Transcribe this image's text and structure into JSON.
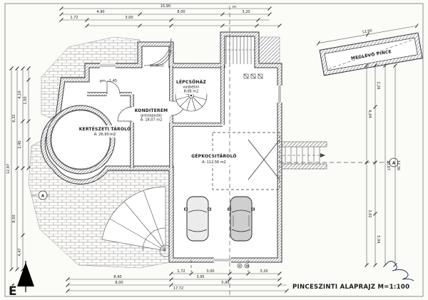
{
  "sheet": {
    "title": "PINCESZINTI ALAPRAJZ M=1:100",
    "north_label": "É",
    "axis_label": "m",
    "section_marker": "A"
  },
  "rooms": [
    {
      "name": "LÉPCSŐHÁZ",
      "material": "vasbeton",
      "area": "8,06 m2"
    },
    {
      "name": "KONDITEREM",
      "material": "greslapozás",
      "area": "A: 18,07 m2"
    },
    {
      "name": "KERTÉSZETI TÁROLÓ",
      "material": "",
      "area": "A: 26,90 m2"
    },
    {
      "name": "GÉPKOCSITÁROLÓ",
      "material": "",
      "area": "A: 112,56 m2"
    },
    {
      "name": "MEGLÉVŐ PINCE",
      "material": "",
      "area": ""
    }
  ],
  "annotations": {
    "level": "pm. -1,45"
  },
  "dims": {
    "top": [
      "1,72",
      "4,90",
      "3,00",
      "8,00",
      "3,20",
      "15,90"
    ],
    "bottom": [
      "1,72",
      "3,95",
      "3,00",
      "3,20",
      "8,00",
      "5,90",
      "8,90",
      "17,72"
    ],
    "left": [
      "4,10",
      "2,40",
      "6,32",
      "1,50",
      "8,50",
      "4,47",
      "12,97"
    ],
    "right": [
      "6,04",
      "3,02",
      "2,26",
      "10,67",
      "5,04",
      "12,36"
    ],
    "cellar": [
      "12,90"
    ]
  }
}
